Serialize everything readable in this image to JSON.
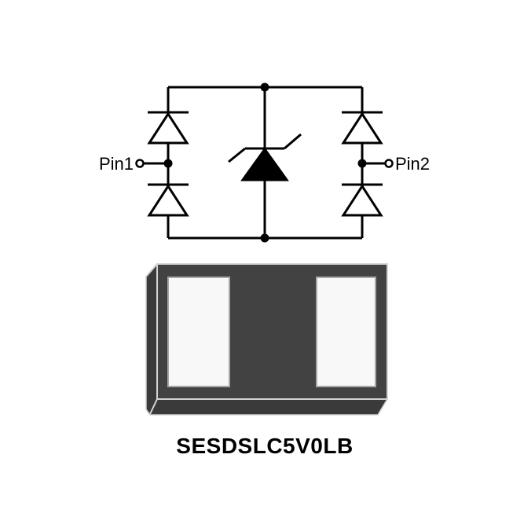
{
  "figure": {
    "type": "tvs-diode-circuit-and-package"
  },
  "schematic": {
    "pin1_label": "Pin1",
    "pin2_label": "Pin2",
    "components": {
      "left_branch": "two series diodes pointing up",
      "right_branch": "two series diodes pointing up",
      "center_branch": "zener TVS diode pointing up"
    }
  },
  "package": {
    "part_number": "SESDSLC5V0LB",
    "style": "2-pad DFN bottom view, 3D perspective",
    "pad_count": "2"
  },
  "colors": {
    "line": "#000000",
    "background": "#ffffff",
    "package_body": "#424242",
    "package_side": "#3a3a3a",
    "package_edge_highlight": "#d4d4d4",
    "pad_fill": "#f8f8f8",
    "pad_border": "#a8a8a8"
  }
}
